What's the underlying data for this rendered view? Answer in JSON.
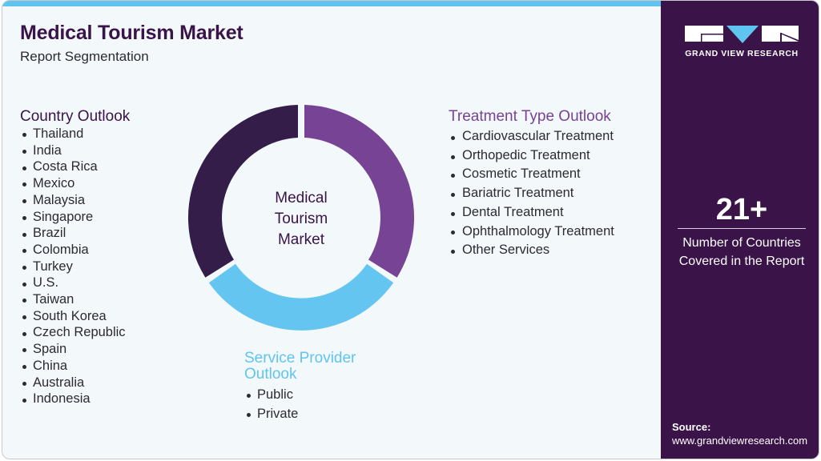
{
  "header": {
    "title": "Medical Tourism Market",
    "subtitle": "Report Segmentation"
  },
  "donut": {
    "center_label_lines": [
      "Medical",
      "Tourism",
      "Market"
    ],
    "segments": [
      {
        "name": "Treatment Type Outlook",
        "color": "#774395"
      },
      {
        "name": "Service Provider Outlook",
        "color": "#64c6f0"
      },
      {
        "name": "Country Outlook",
        "color": "#341d48"
      }
    ]
  },
  "segments": {
    "country": {
      "heading": "Country Outlook",
      "items": [
        "Thailand",
        "India",
        "Costa Rica",
        "Mexico",
        "Malaysia",
        "Singapore",
        "Brazil",
        "Colombia",
        "Turkey",
        "U.S.",
        "Taiwan",
        "South Korea",
        "Czech Republic",
        "Spain",
        "China",
        "Australia",
        "Indonesia"
      ]
    },
    "treatment": {
      "heading": "Treatment Type Outlook",
      "items": [
        "Cardiovascular Treatment",
        "Orthopedic Treatment",
        "Cosmetic Treatment",
        "Bariatric Treatment",
        "Dental Treatment",
        "Ophthalmology Treatment",
        "Other Services"
      ]
    },
    "service": {
      "heading_lines": [
        "Service Provider",
        "Outlook"
      ],
      "items": [
        "Public",
        "Private"
      ]
    }
  },
  "sidebar": {
    "brand": "GRAND VIEW RESEARCH",
    "stat_value": "21+",
    "stat_label_lines": [
      "Number of Countries",
      "Covered in the Report"
    ],
    "source_label": "Source:",
    "source_url": "www.grandviewresearch.com"
  },
  "colors": {
    "brand_dark": "#3a1349",
    "accent_purple": "#774395",
    "accent_blue": "#5fc5f0",
    "background": "#f3f8fb"
  }
}
